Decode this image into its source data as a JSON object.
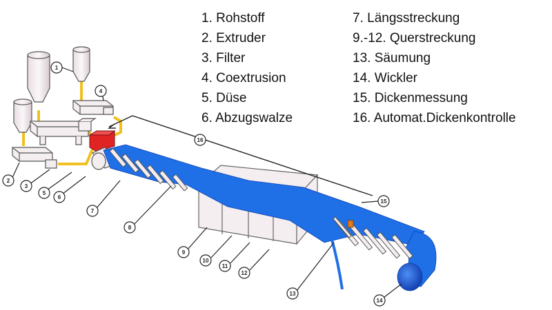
{
  "legend_left": [
    "1. Rohstoff",
    "2. Extruder",
    "3. Filter",
    "4. Coextrusion",
    "5. Düse",
    "6. Abzugswalze"
  ],
  "legend_right": [
    "7. Längsstreckung",
    "9.-12. Querstreckung",
    "13. Säumung",
    "14. Wickler",
    "15. Dickenmessung",
    "16. Automat.Dickenkontrolle"
  ],
  "callouts": {
    "c1": "1",
    "c2": "2",
    "c3": "3",
    "c4": "4",
    "c5": "5",
    "c6": "6",
    "c7": "7",
    "c8": "8",
    "c9": "9",
    "c10": "10",
    "c11": "11",
    "c12": "12",
    "c13": "13",
    "c14": "14",
    "c15": "15",
    "c16": "16"
  },
  "colors": {
    "film": "#1f6fe6",
    "film_dark": "#0b3fb0",
    "die": "#e02424",
    "pipe": "#f0c020",
    "machine": "#f4eef0",
    "outline": "#555555",
    "sensor": "#e07a20"
  }
}
